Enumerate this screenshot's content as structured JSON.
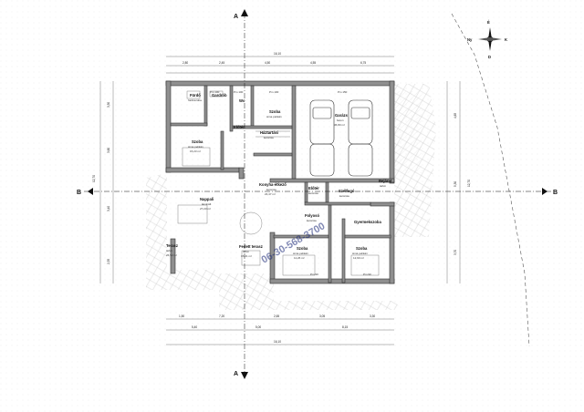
{
  "compass": {
    "north": "É",
    "south": "D",
    "east": "K",
    "west": "Ny"
  },
  "section_markers": {
    "a": "A",
    "b": "B"
  },
  "watermark": "06-30-568-3700",
  "rooms": [
    {
      "name": "Fürdő",
      "sub": "fürdőszoba",
      "area": ""
    },
    {
      "name": "Gardrób",
      "sub": "",
      "area": ""
    },
    {
      "name": "Wc",
      "sub": "",
      "area": ""
    },
    {
      "name": "Szoba",
      "sub": "sima pelikán",
      "area": ""
    },
    {
      "name": "Garázs",
      "sub": "beton",
      "area": "36,80 m²"
    },
    {
      "name": "Előtér",
      "sub": "",
      "area": ""
    },
    {
      "name": "Háztartási",
      "sub": "kerámia",
      "area": ""
    },
    {
      "name": "Szoba",
      "sub": "sima pelikán",
      "area": "15,23 m²"
    },
    {
      "name": "Konyha-étkező",
      "sub": "kerámia",
      "area": "23,47 m²"
    },
    {
      "name": "Előtér",
      "sub": "kerámia",
      "area": ""
    },
    {
      "name": "Szélfogó",
      "sub": "kerámia",
      "area": ""
    },
    {
      "name": "Bejárat",
      "sub": "térkő",
      "area": ""
    },
    {
      "name": "Nappali",
      "sub": "laminált",
      "area": "27,23 m²"
    },
    {
      "name": "Folyosó",
      "sub": "kerámia",
      "area": ""
    },
    {
      "name": "Gyermekszoba",
      "sub": "",
      "area": ""
    },
    {
      "name": "Szoba",
      "sub": "sima pelikán",
      "area": "11,26 m²"
    },
    {
      "name": "Szoba",
      "sub": "sima pelikán",
      "area": "12,90 m²"
    },
    {
      "name": "Terasz",
      "sub": "térkő",
      "area": "26,52 m²"
    },
    {
      "name": "Fedett terasz",
      "sub": "térkő",
      "area": "15,21 m²"
    }
  ],
  "level_labels": [
    "Pm 100",
    "Pm 100",
    "Pm 150",
    "Pm 100",
    "Pm 90",
    "Pm 90"
  ],
  "dimensions": {
    "top_total": "16,10",
    "top_row": [
      "2,80",
      "2,45",
      "4,50",
      "4,55",
      "6,75"
    ],
    "bottom_total": "16,10",
    "bottom_row": [
      "1,50",
      "7,20",
      "2,65",
      "3,05",
      "3,30"
    ],
    "bottom_row2": [
      "5,40",
      "5,00",
      "8,15"
    ],
    "left_total": "12,70",
    "left_row": [
      "3,30",
      "3,60",
      "3,40",
      "2,35"
    ],
    "right_total": "12,70",
    "right_row": [
      "4,65",
      "5,30",
      "3,70"
    ]
  }
}
